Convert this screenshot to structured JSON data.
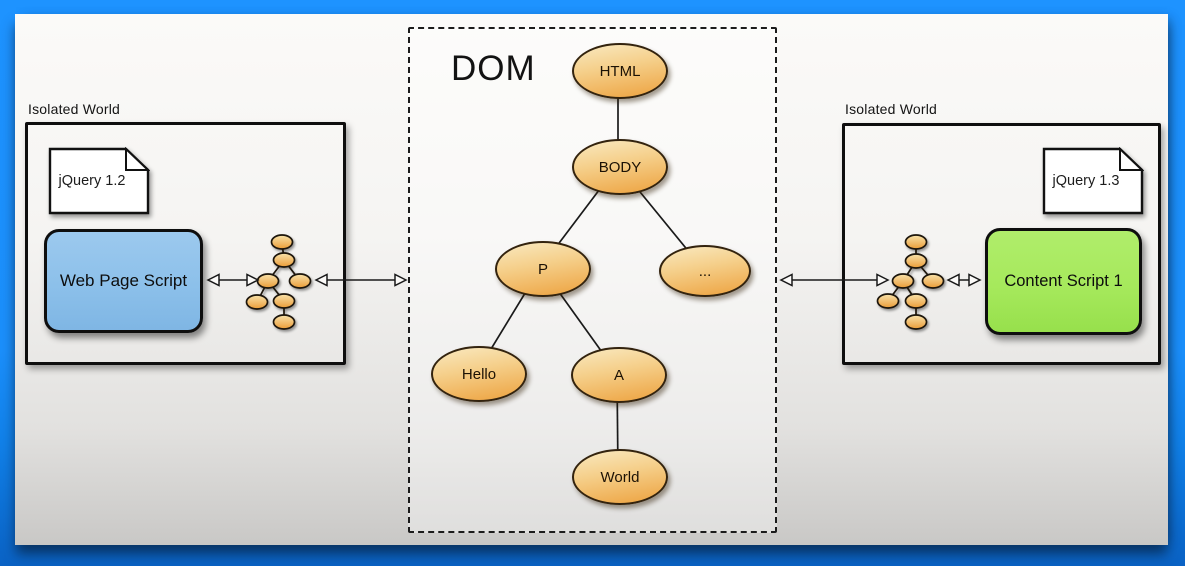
{
  "diagram": {
    "dom": {
      "title": "DOM",
      "nodes": [
        "HTML",
        "BODY",
        "P",
        "...",
        "Hello",
        "A",
        "World"
      ],
      "edges": [
        [
          "HTML",
          "BODY"
        ],
        [
          "BODY",
          "P"
        ],
        [
          "BODY",
          "..."
        ],
        [
          "P",
          "Hello"
        ],
        [
          "P",
          "A"
        ],
        [
          "A",
          "World"
        ]
      ]
    },
    "left_world": {
      "label": "Isolated World",
      "document": "jQuery 1.2",
      "script": "Web Page Script",
      "script_color": "#8cc0ea"
    },
    "right_world": {
      "label": "Isolated World",
      "document": "jQuery 1.3",
      "script": "Content Script 1",
      "script_color": "#a6e95c"
    },
    "colors": {
      "frame_blue": "#1e93ff",
      "frame_blue_dark": "#0a62c4",
      "node_orange": "#eda23f",
      "node_orange_light": "#f9e9c0",
      "node_border": "#33230e"
    }
  }
}
